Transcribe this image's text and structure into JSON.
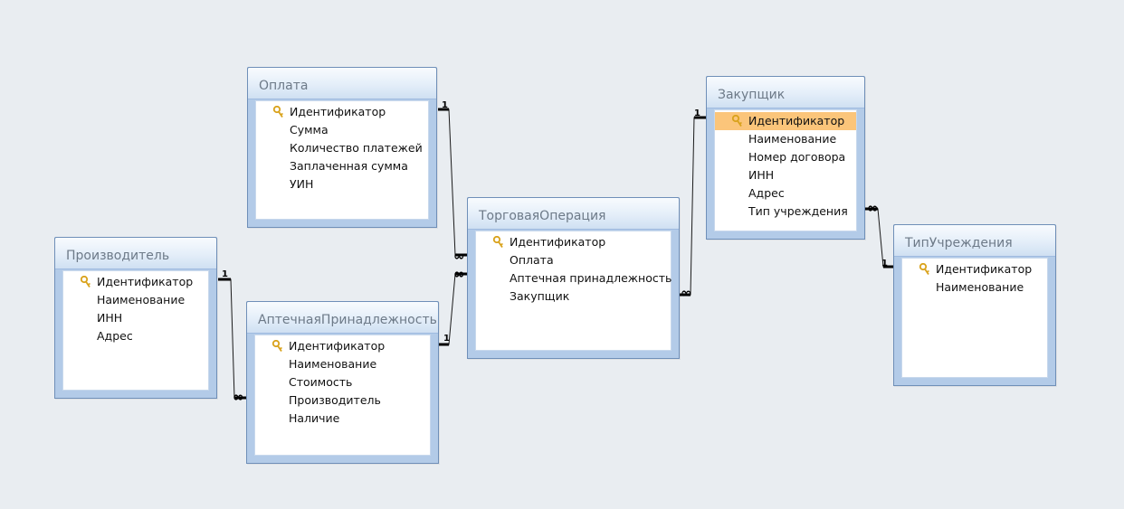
{
  "tables": [
    {
      "id": "oplata",
      "title": "Оплата",
      "fields": [
        {
          "name": "Идентификатор",
          "key": true
        },
        {
          "name": "Сумма"
        },
        {
          "name": "Количество платежей"
        },
        {
          "name": "Заплаченная сумма"
        },
        {
          "name": "УИН"
        }
      ]
    },
    {
      "id": "proizvoditel",
      "title": "Производитель",
      "fields": [
        {
          "name": "Идентификатор",
          "key": true
        },
        {
          "name": "Наименование"
        },
        {
          "name": "ИНН"
        },
        {
          "name": "Адрес"
        }
      ]
    },
    {
      "id": "aptechnaya",
      "title": "АптечнаяПринадлежность",
      "fields": [
        {
          "name": "Идентификатор",
          "key": true
        },
        {
          "name": "Наименование"
        },
        {
          "name": "Стоимость"
        },
        {
          "name": "Производитель"
        },
        {
          "name": "Наличие"
        }
      ]
    },
    {
      "id": "torgovaya",
      "title": "ТорговаяОперация",
      "fields": [
        {
          "name": "Идентификатор",
          "key": true
        },
        {
          "name": "Оплата"
        },
        {
          "name": "Аптечная принадлежность"
        },
        {
          "name": "Закупщик"
        }
      ]
    },
    {
      "id": "zakupschik",
      "title": "Закупщик",
      "fields": [
        {
          "name": "Идентификатор",
          "key": true,
          "selected": true
        },
        {
          "name": "Наименование"
        },
        {
          "name": "Номер договора"
        },
        {
          "name": "ИНН"
        },
        {
          "name": "Адрес"
        },
        {
          "name": "Тип учреждения"
        }
      ]
    },
    {
      "id": "tipuchrezhdeniya",
      "title": "ТипУчреждения",
      "fields": [
        {
          "name": "Идентификатор",
          "key": true
        },
        {
          "name": "Наименование"
        }
      ]
    }
  ],
  "relationships": [
    {
      "from": "oplata",
      "to": "torgovaya",
      "one": "1",
      "many": "∞"
    },
    {
      "from": "aptechnaya",
      "to": "torgovaya",
      "one": "1",
      "many": "∞"
    },
    {
      "from": "proizvoditel",
      "to": "aptechnaya",
      "one": "1",
      "many": "∞"
    },
    {
      "from": "zakupschik",
      "to": "torgovaya",
      "one": "1",
      "many": "∞"
    },
    {
      "from": "tipuchrezhdeniya",
      "to": "zakupschik",
      "one": "1",
      "many": "∞"
    }
  ],
  "colors": {
    "background": "#e9edf1",
    "table_frame": "#b3cbe8",
    "selected_row": "#fbc57a",
    "key_icon": "#d9a21b"
  }
}
